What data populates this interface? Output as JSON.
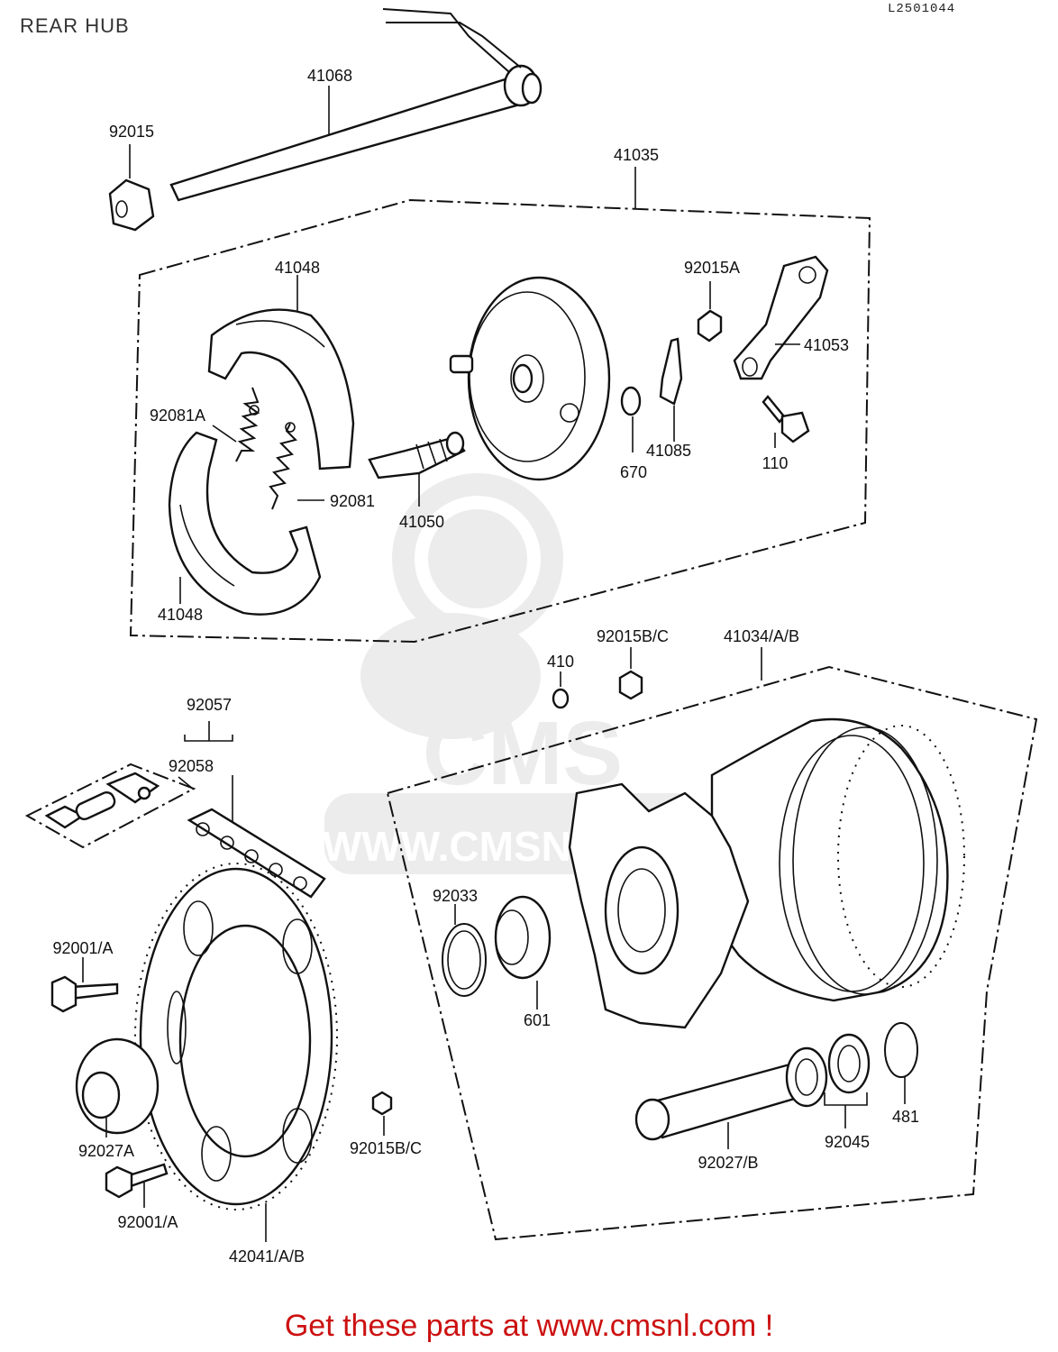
{
  "page": {
    "title": "REAR HUB",
    "ref_code": "L2501044",
    "footer": "Get these parts at www.cmsnl.com !"
  },
  "watermark": {
    "brand": "CMS",
    "url": "WWW.CMSNL.COM"
  },
  "parts": {
    "p41068": "41068",
    "p92015": "92015",
    "p41035": "41035",
    "p41048_top": "41048",
    "p92015A": "92015A",
    "p41053": "41053",
    "p92081A": "92081A",
    "p92081": "92081",
    "p41050": "41050",
    "p670": "670",
    "p41085": "41085",
    "p110": "110",
    "p41048_bottom": "41048",
    "p410": "410",
    "p92015BC_top": "92015B/C",
    "p41034": "41034/A/B",
    "p92057": "92057",
    "p92058": "92058",
    "p92033": "92033",
    "p601": "601",
    "p92001A_top": "92001/A",
    "p92027A": "92027A",
    "p92015BC_bottom": "92015B/C",
    "p92001A_bottom": "92001/A",
    "p42041": "42041/A/B",
    "p92027B": "92027/B",
    "p92045": "92045",
    "p481": "481"
  }
}
